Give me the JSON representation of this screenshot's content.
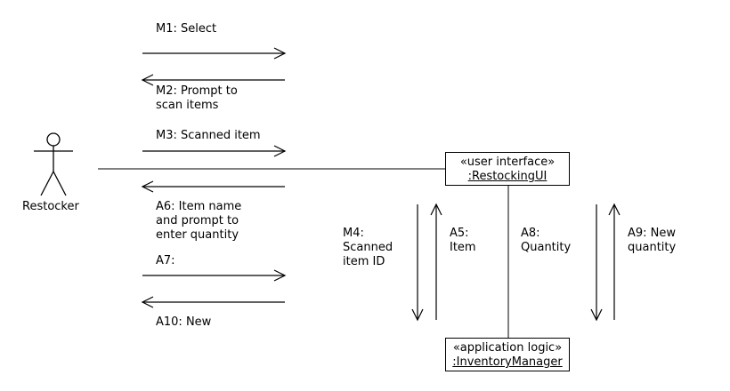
{
  "actor": {
    "name": "Restocker"
  },
  "objects": {
    "ui": {
      "stereotype": "«user interface»",
      "name": ":RestockingUI"
    },
    "logic": {
      "stereotype": "«application logic»",
      "name": ":InventoryManager"
    }
  },
  "messages": {
    "m1": "M1: Select",
    "m2": [
      "M2: Prompt to",
      "scan items"
    ],
    "m3": "M3: Scanned item",
    "a6": [
      "A6: Item name",
      "and prompt to",
      "enter quantity"
    ],
    "a7": "A7:",
    "a10": "A10: New",
    "m4": [
      "M4:",
      "Scanned",
      "item ID"
    ],
    "a5": [
      "A5:",
      "Item"
    ],
    "a8": [
      "A8:",
      "Quantity"
    ],
    "a9": [
      "A9: New",
      "quantity"
    ]
  }
}
